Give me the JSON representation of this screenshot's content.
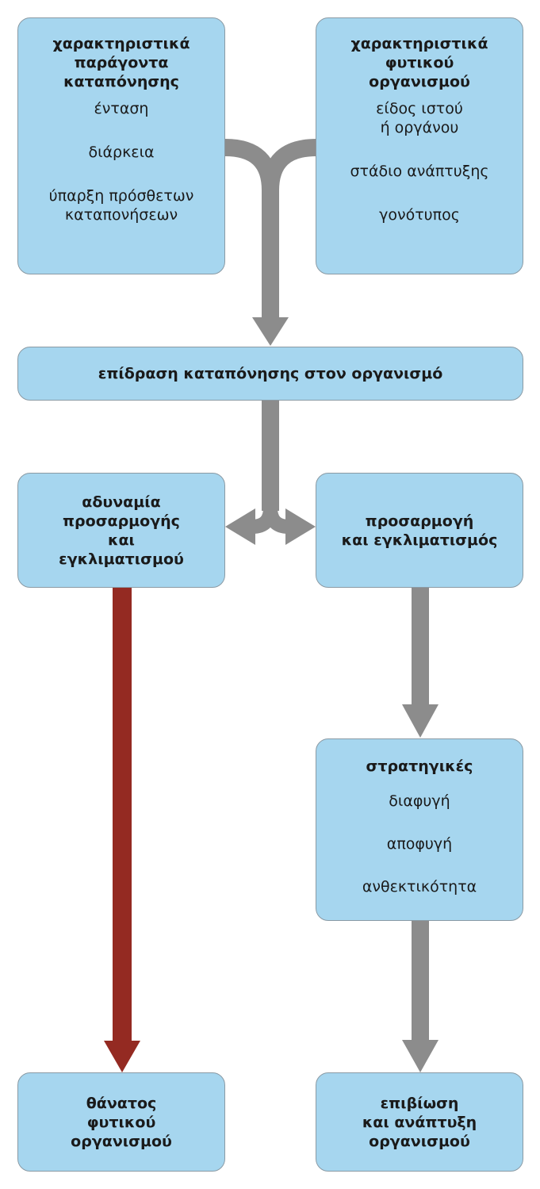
{
  "diagram": {
    "box_factors": {
      "title": "χαρακτηριστικά\nπαράγοντα\nκαταπόνησης",
      "items": [
        "ένταση",
        "διάρκεια",
        "ύπαρξη πρόσθετων\nκαταπονήσεων"
      ]
    },
    "box_organism": {
      "title": "χαρακτηριστικά\nφυτικού\nοργανισμού",
      "items": [
        "είδος ιστού\nή οργάνου",
        "στάδιο ανάπτυξης",
        "γονότυπος"
      ]
    },
    "box_effect": {
      "title": "επίδραση καταπόνησης στον οργανισμό"
    },
    "box_inability": {
      "title": "αδυναμία\nπροσαρμογής\nκαι\nεγκλιματισμού"
    },
    "box_adaptation": {
      "title": "προσαρμογή\nκαι εγκλιματισμός"
    },
    "box_strategies": {
      "title": "στρατηγικές",
      "items": [
        "διαφυγή",
        "αποφυγή",
        "ανθεκτικότητα"
      ]
    },
    "box_death": {
      "title": "θάνατος\nφυτικού\nοργανισμού"
    },
    "box_survival": {
      "title": "επιβίωση\nκαι ανάπτυξη\nοργανισμού"
    },
    "colors": {
      "box_fill": "#a6d6ef",
      "arrow_gray": "#8c8c8c",
      "arrow_red": "#942a22"
    }
  }
}
